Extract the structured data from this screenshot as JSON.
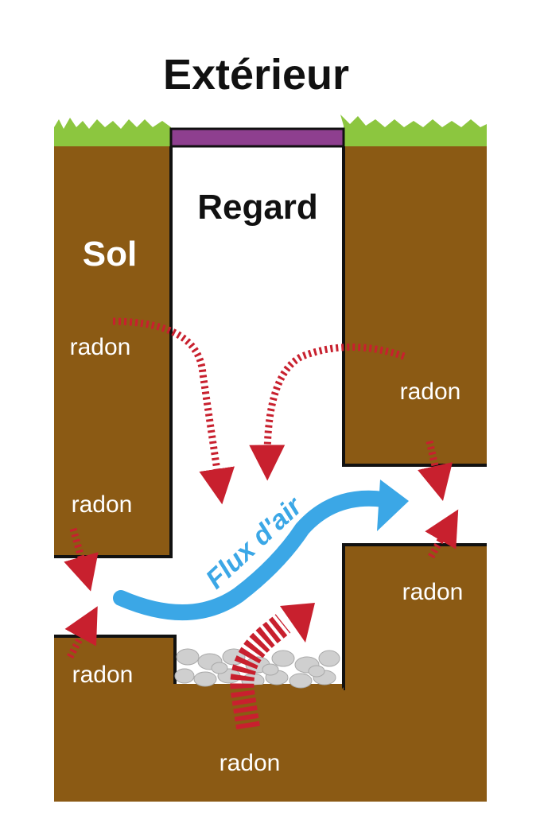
{
  "labels": {
    "exterior": "Extérieur",
    "manhole": "Regard",
    "soil": "Sol",
    "radon_1": "radon",
    "radon_2": "radon",
    "radon_3": "radon",
    "radon_4": "radon",
    "radon_5": "radon",
    "radon_6": "radon",
    "airflow": "Flux d'air"
  },
  "colors": {
    "soil": "#8b5a14",
    "grass": "#8cc63f",
    "lid": "#8e3f8f",
    "radon_arrow": "#c8202e",
    "airflow_arrow": "#3ba7e6",
    "gravel": "#c9c9c9"
  }
}
